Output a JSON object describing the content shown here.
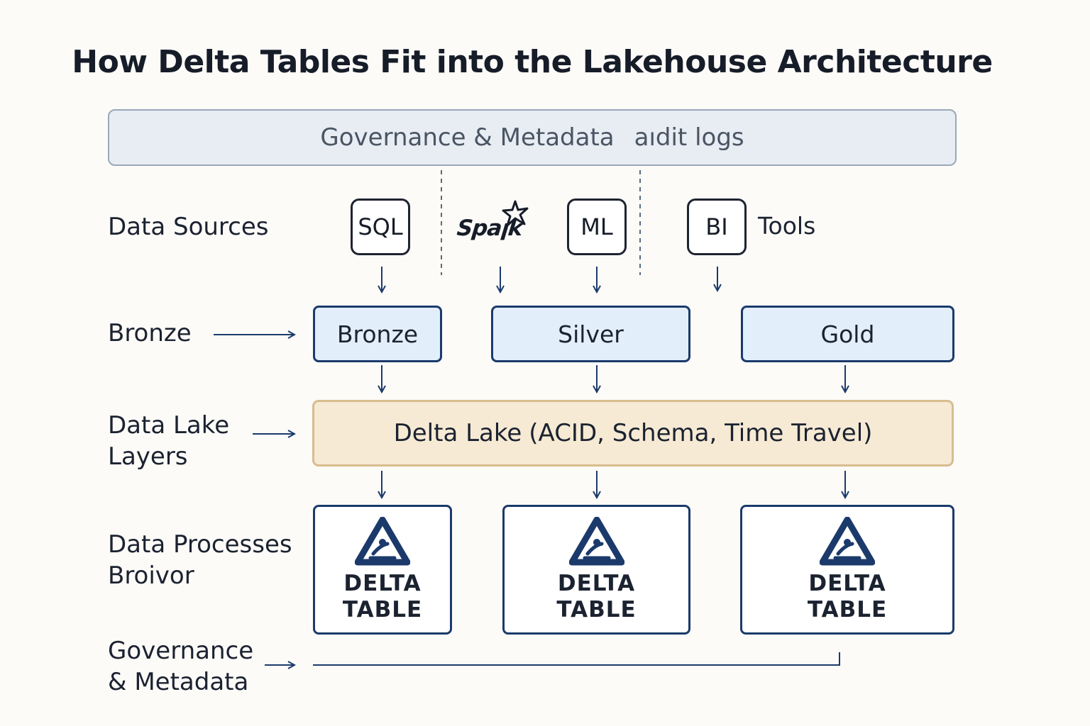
{
  "title": "How Delta Tables Fit into the Lakehouse Architecture",
  "governance_bar": {
    "left_text": "Governance & Metadata",
    "right_text": "aıdit logs"
  },
  "row_labels": {
    "data_sources": "Data Sources",
    "bronze": "Bronze",
    "data_lake_line1": "Data Lake",
    "data_lake_line2": "Layers",
    "processes_line1": "Data Processes",
    "processes_line2": "Broivor",
    "governance_line1": "Governance",
    "governance_line2": "& Metadata"
  },
  "sources": {
    "sql": "SQL",
    "spark": "Spaꞁk",
    "ml": "ML",
    "bi": "BI",
    "tools": "Tools"
  },
  "tiers": {
    "bronze": "Bronze",
    "silver": "Silver",
    "gold": "Gold"
  },
  "delta_lake": {
    "name": "Delta Lake",
    "detail": "(ACID, Schema, Time Travel)"
  },
  "delta_tables": [
    {
      "line1": "DELTA",
      "line2": "TABLE"
    },
    {
      "line1": "DELTA",
      "line2": "TABLE"
    },
    {
      "line1": "DELTA",
      "line2": "TABLE"
    }
  ],
  "colors": {
    "accent_navy": "#1b3a6b",
    "tier_fill": "#e2eefa",
    "lake_fill": "#f6ead4",
    "lake_border": "#d7bd8f",
    "governance_fill": "#e8edf3"
  }
}
